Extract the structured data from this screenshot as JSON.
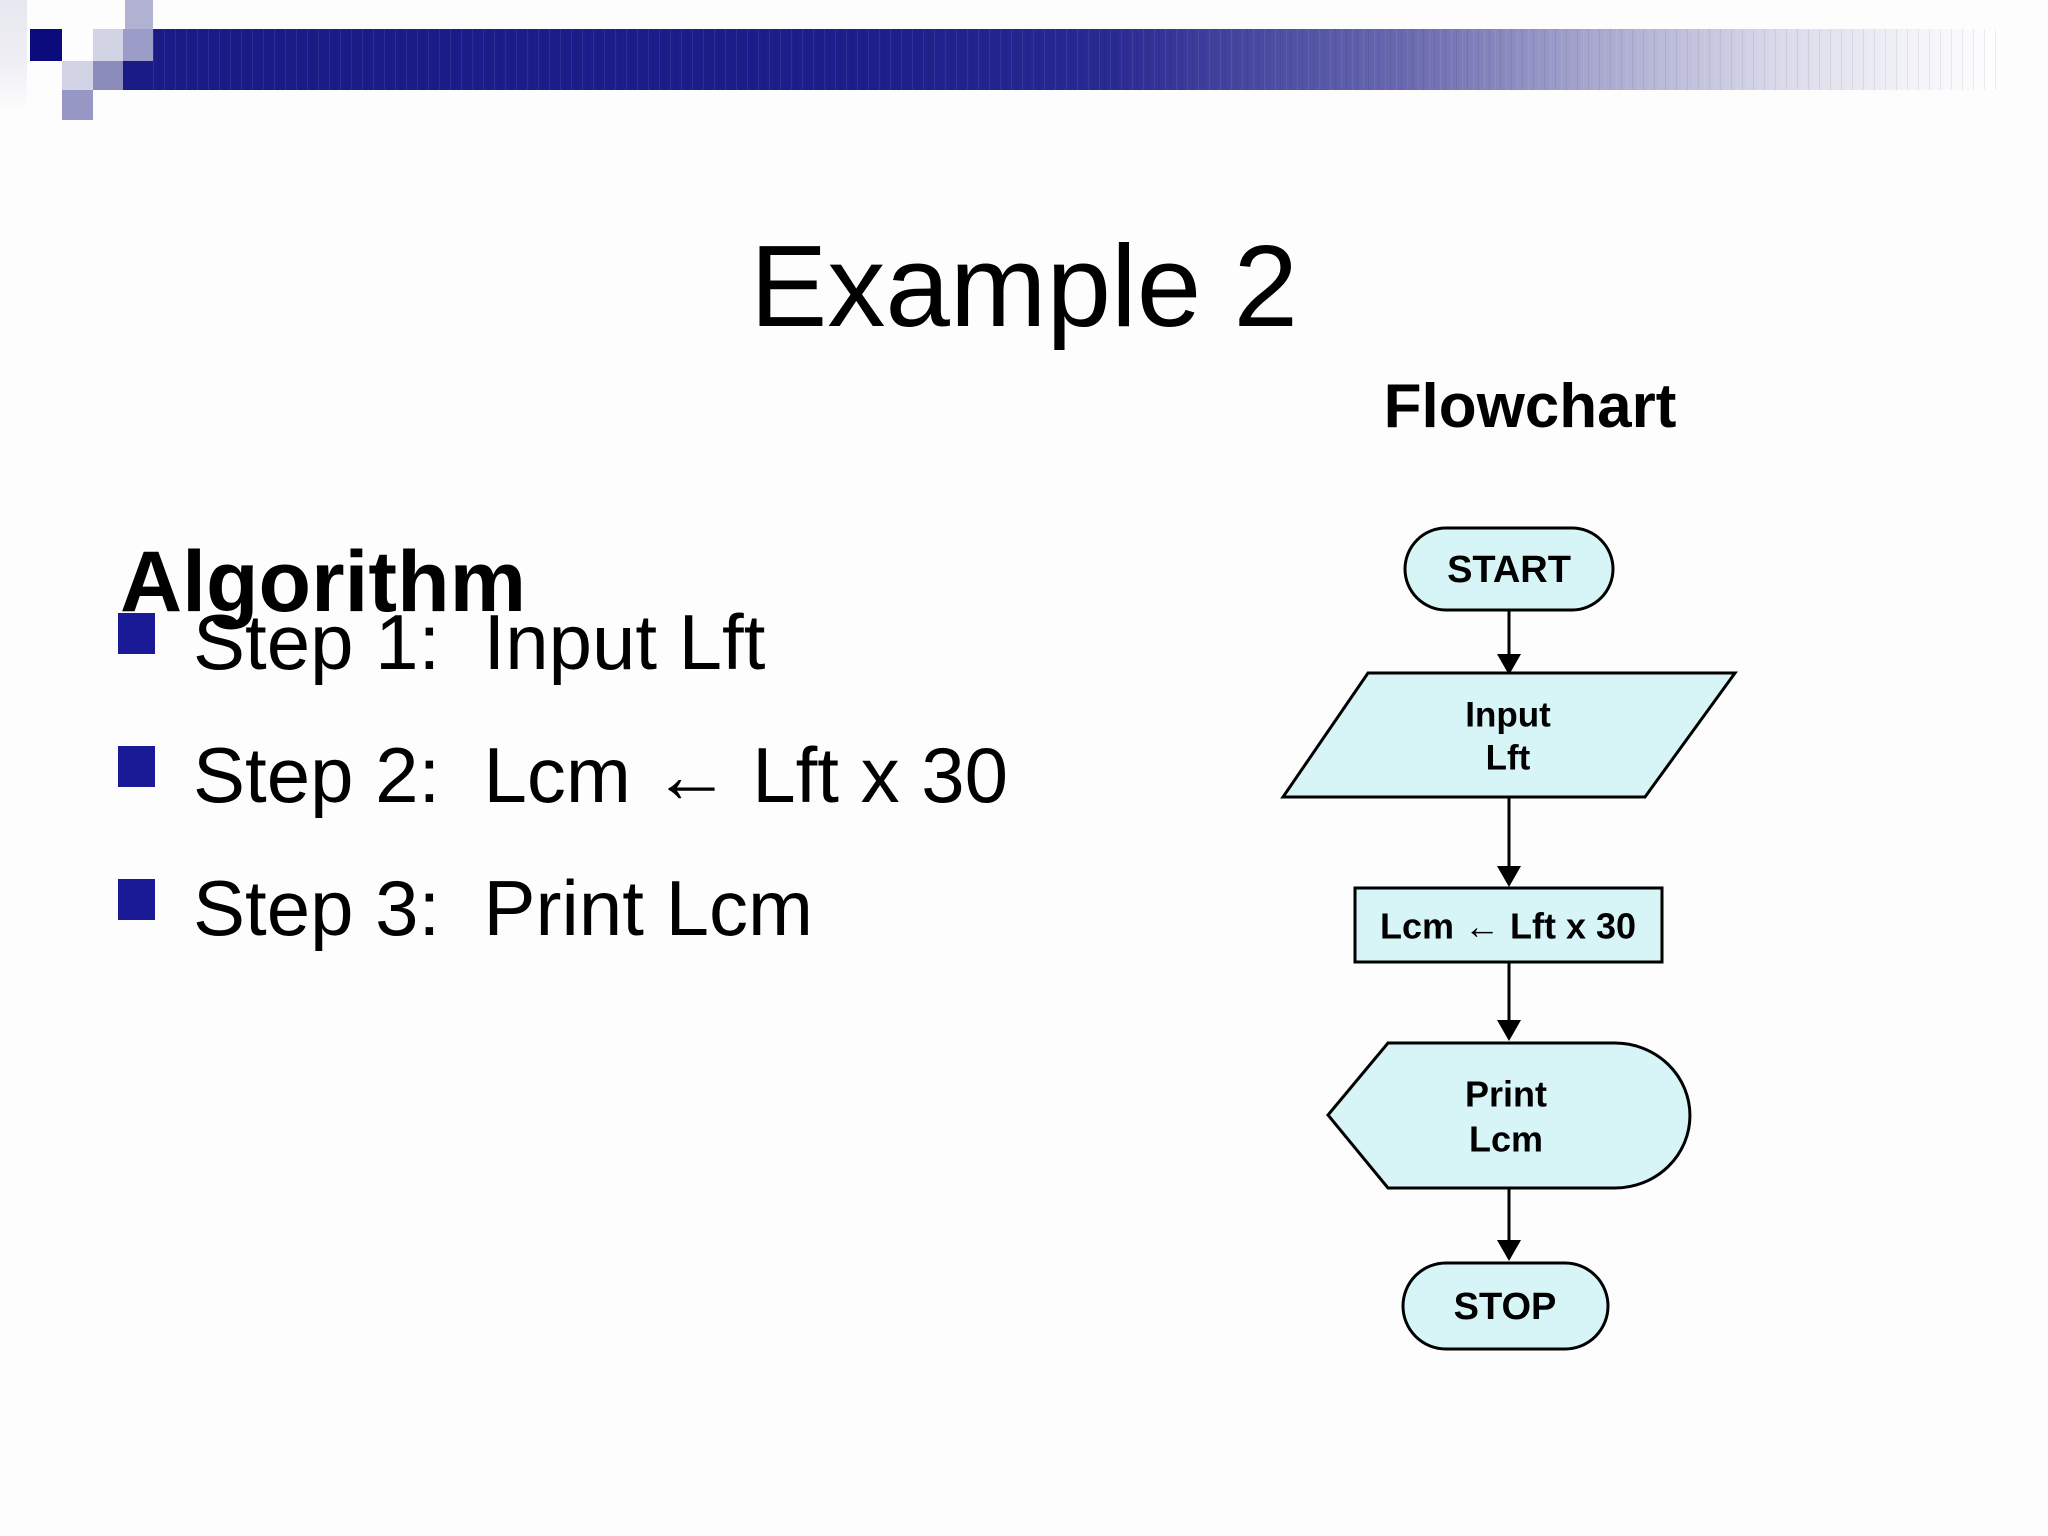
{
  "title": "Example 2",
  "algorithm": {
    "heading": "Algorithm",
    "steps": [
      "Step 1:  Input Lft",
      "Step 2:  Lcm ← Lft x 30",
      "Step 3:  Print Lcm"
    ]
  },
  "flowchart": {
    "heading": "Flowchart",
    "nodes": {
      "start": "START",
      "input_line1": "Input",
      "input_line2": "Lft",
      "process": "Lcm ← Lft x 30",
      "output_line1": "Print",
      "output_line2": "Lcm",
      "stop": "STOP"
    }
  },
  "colors": {
    "shape-fill": "#d7f5f7",
    "shape-border": "#000000",
    "bullet-navy": "#1a1a96",
    "banner-navy": "#1b1b88"
  }
}
